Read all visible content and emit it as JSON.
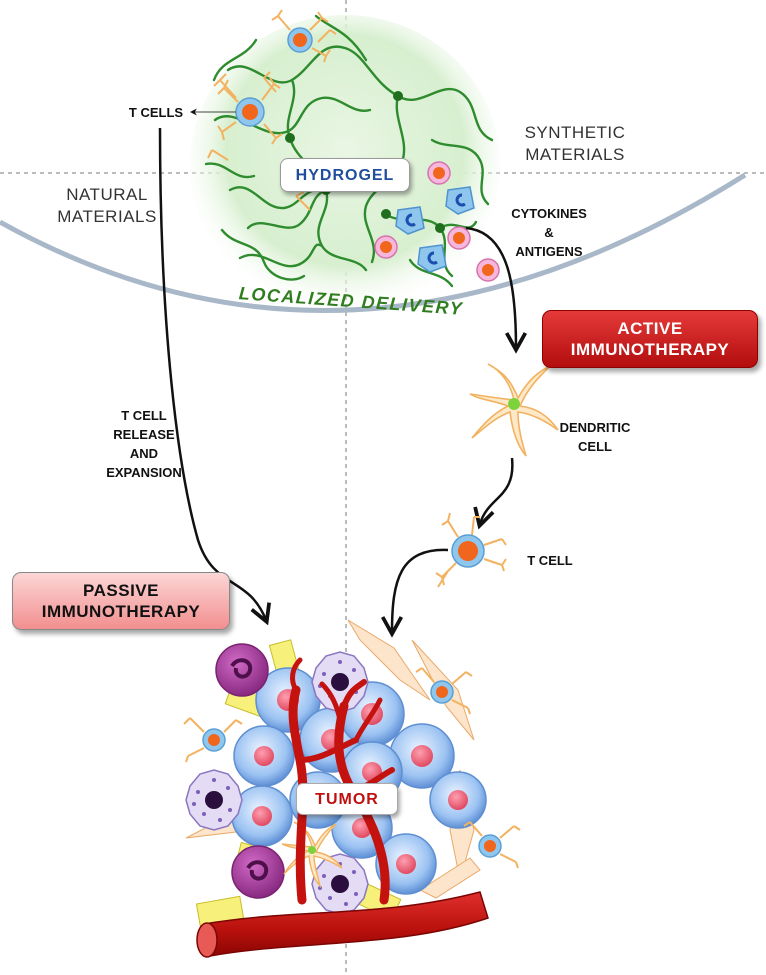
{
  "regions": {
    "natural": "NATURAL\nMATERIALS",
    "synthetic": "SYNTHETIC\nMATERIALS"
  },
  "hydrogel": {
    "label": "HYDROGEL",
    "t_cells": "T CELLS",
    "cytokines": "CYTOKINES\n&\nANTIGENS",
    "delivery": "LOCALIZED DELIVERY"
  },
  "active": {
    "label": "ACTIVE\nIMMUNOTHERAPY",
    "dendritic": "DENDRITIC\nCELL",
    "t_cell": "T CELL"
  },
  "passive": {
    "label": "PASSIVE\nIMMUNOTHERAPY",
    "release": "T CELL\nRELEASE\nAND\nEXPANSION"
  },
  "tumor": {
    "label": "TUMOR"
  },
  "colors": {
    "gel_green": "#2e8b2e",
    "tcell_blue": "#8fc6ee",
    "tcell_nucleus": "#f0661c",
    "receptor": "#f2b260",
    "vessel_red": "#c4120f",
    "tumor_cell": "#8fb8ee",
    "tumor_nucleus": "#f06a7e",
    "pink_cell": "#f4a6d2",
    "granulocyte": "#a5469a"
  }
}
